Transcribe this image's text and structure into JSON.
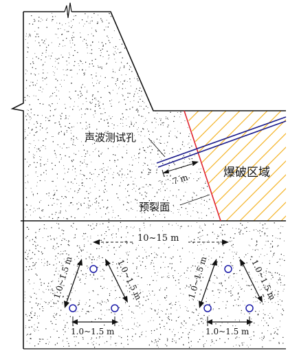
{
  "labels": {
    "acoustic_hole": "声波测试孔",
    "blast_zone": "爆破区域",
    "presplit_face": "预裂面",
    "dist_7m": "7 m",
    "spacing_top": "10~15 m",
    "left_side_left": "1.0~1.5 m",
    "left_side_right": "1.0~1.5 m",
    "left_base": "1.0~1.5 m",
    "right_side_left": "1.0~1.5 m",
    "right_side_right": "1.0~1.5 m",
    "right_base": "1.0~1.5 m"
  },
  "colors": {
    "presplit_line": "#e0242f",
    "hatch": "#f4b428",
    "borehole": "#1c1c8c",
    "hole_marker": "#1a1aa8",
    "outline": "#111111"
  }
}
